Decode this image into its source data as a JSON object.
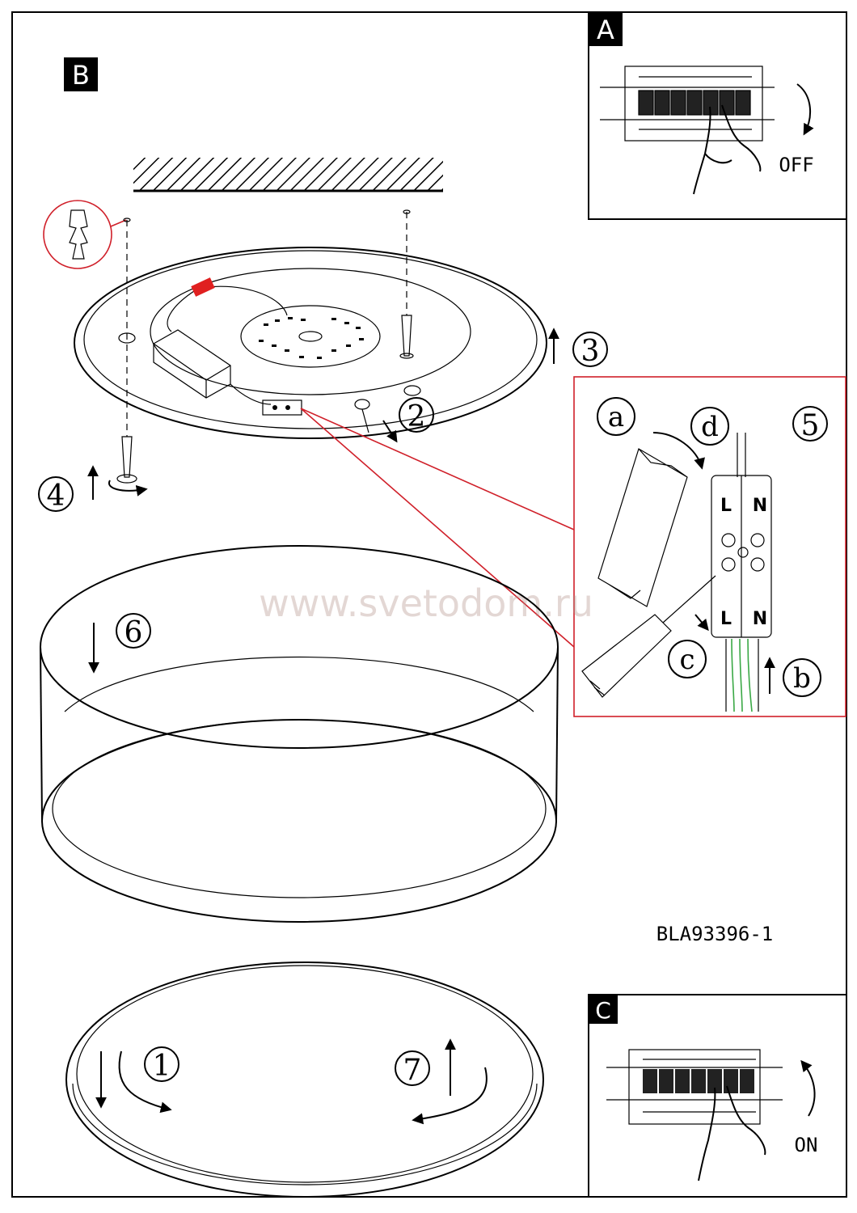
{
  "panels": {
    "A": {
      "letter": "A",
      "caption": "OFF"
    },
    "B": {
      "letter": "B"
    },
    "C": {
      "letter": "C",
      "caption": "ON"
    }
  },
  "steps": {
    "s1": "1",
    "s2": "2",
    "s3": "3",
    "s4": "4",
    "s5": "5",
    "s6": "6",
    "s7": "7"
  },
  "wiring": {
    "sub_a": "a",
    "sub_b": "b",
    "sub_c": "c",
    "sub_d": "d",
    "live_top": "L",
    "neutral_top": "N",
    "live_bottom": "L",
    "neutral_bottom": "N"
  },
  "model_code": "BLA93396-1",
  "watermark": "www.svetodom.ru",
  "colors": {
    "callout": "#d0202a",
    "connector": "#e02020",
    "wire": "#3aa845",
    "ink": "#000000"
  }
}
